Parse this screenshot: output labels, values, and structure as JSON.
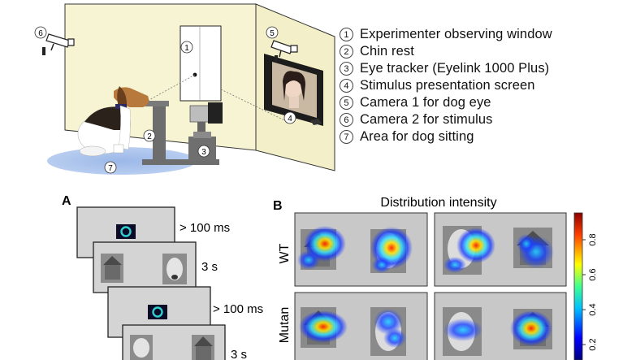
{
  "setup": {
    "legend": [
      {
        "num": "1",
        "label": "Experimenter observing window"
      },
      {
        "num": "2",
        "label": "Chin rest"
      },
      {
        "num": "3",
        "label": "Eye tracker (Eyelink 1000 Plus)"
      },
      {
        "num": "4",
        "label": "Stimulus presentation screen"
      },
      {
        "num": "5",
        "label": "Camera 1 for dog eye"
      },
      {
        "num": "6",
        "label": "Camera 2 for stimulus"
      },
      {
        "num": "7",
        "label": "Area for dog sitting"
      }
    ],
    "markers": [
      "1",
      "2",
      "3",
      "4",
      "5",
      "6",
      "7"
    ]
  },
  "panel_a": {
    "letter": "A",
    "durations": [
      "> 100 ms",
      "3 s",
      "> 100 ms",
      "3 s"
    ]
  },
  "panel_b": {
    "letter": "B",
    "title": "Distribution intensity",
    "row_labels": [
      "WT",
      "Mutan"
    ],
    "colorbar_ticks": [
      "0.8",
      "0.6",
      "0.4",
      "0.2"
    ],
    "colormap": [
      "#00007f",
      "#0000ff",
      "#00bfff",
      "#40ff90",
      "#ffff00",
      "#ff6000",
      "#a00000"
    ]
  }
}
